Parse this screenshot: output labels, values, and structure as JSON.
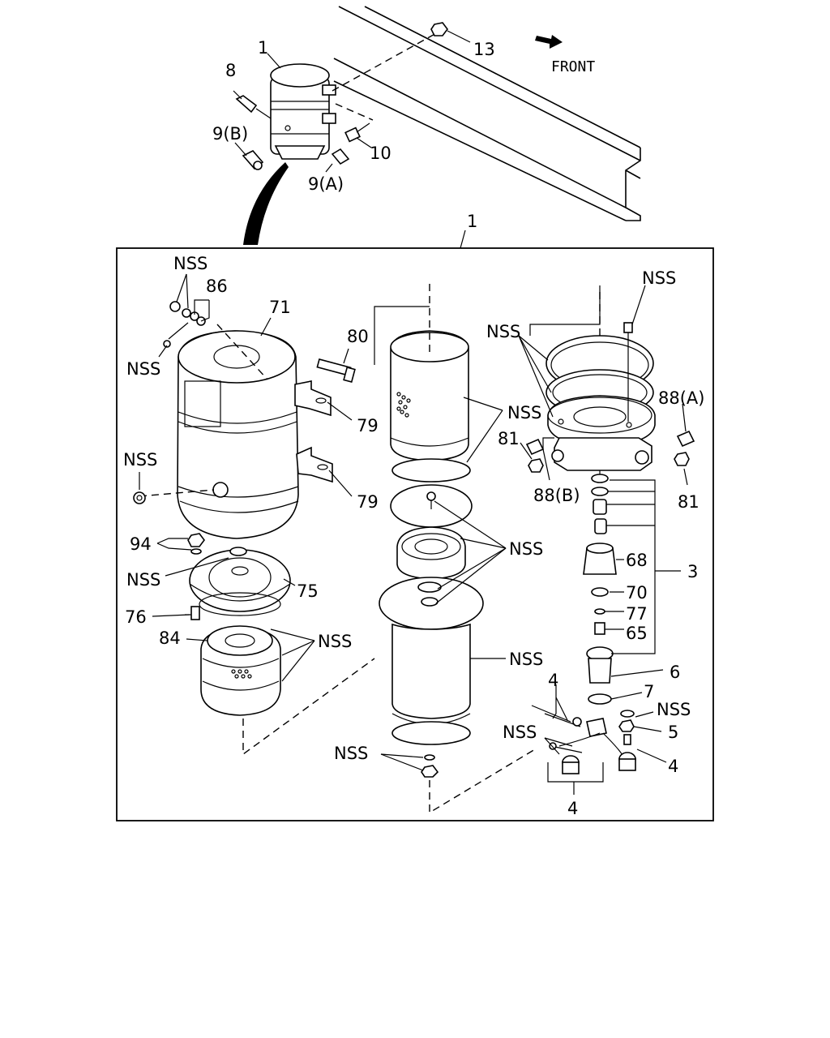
{
  "front_label": "FRONT",
  "labels": {
    "top_1": "1",
    "top_13": "13",
    "top_8": "8",
    "top_9b": "9(B)",
    "top_10": "10",
    "top_9a": "9(A)",
    "box_1": "1",
    "nss_71_top": "NSS",
    "l86": "86",
    "l71": "71",
    "nss_71_left": "NSS",
    "l80": "80",
    "l79_a": "79",
    "l79_b": "79",
    "nss_left_plug": "NSS",
    "l94": "94",
    "nss_75": "NSS",
    "l75": "75",
    "l76": "76",
    "l84": "84",
    "nss_84": "NSS",
    "nss_element": "NSS",
    "nss_center_stack": "NSS",
    "nss_center_body": "NSS",
    "nss_bottom_nut": "NSS",
    "nss_head_bolt": "NSS",
    "nss_head_rings": "NSS",
    "l88a": "88(A)",
    "l81_left": "81",
    "l88b": "88(B)",
    "l81_right": "81",
    "l68": "68",
    "l3": "3",
    "l70": "70",
    "l77": "77",
    "l65": "65",
    "l6": "6",
    "l7": "7",
    "l4_top": "4",
    "nss_5": "NSS",
    "l5": "5",
    "nss_sensor": "NSS",
    "l4_right": "4",
    "l4_bottom": "4"
  }
}
